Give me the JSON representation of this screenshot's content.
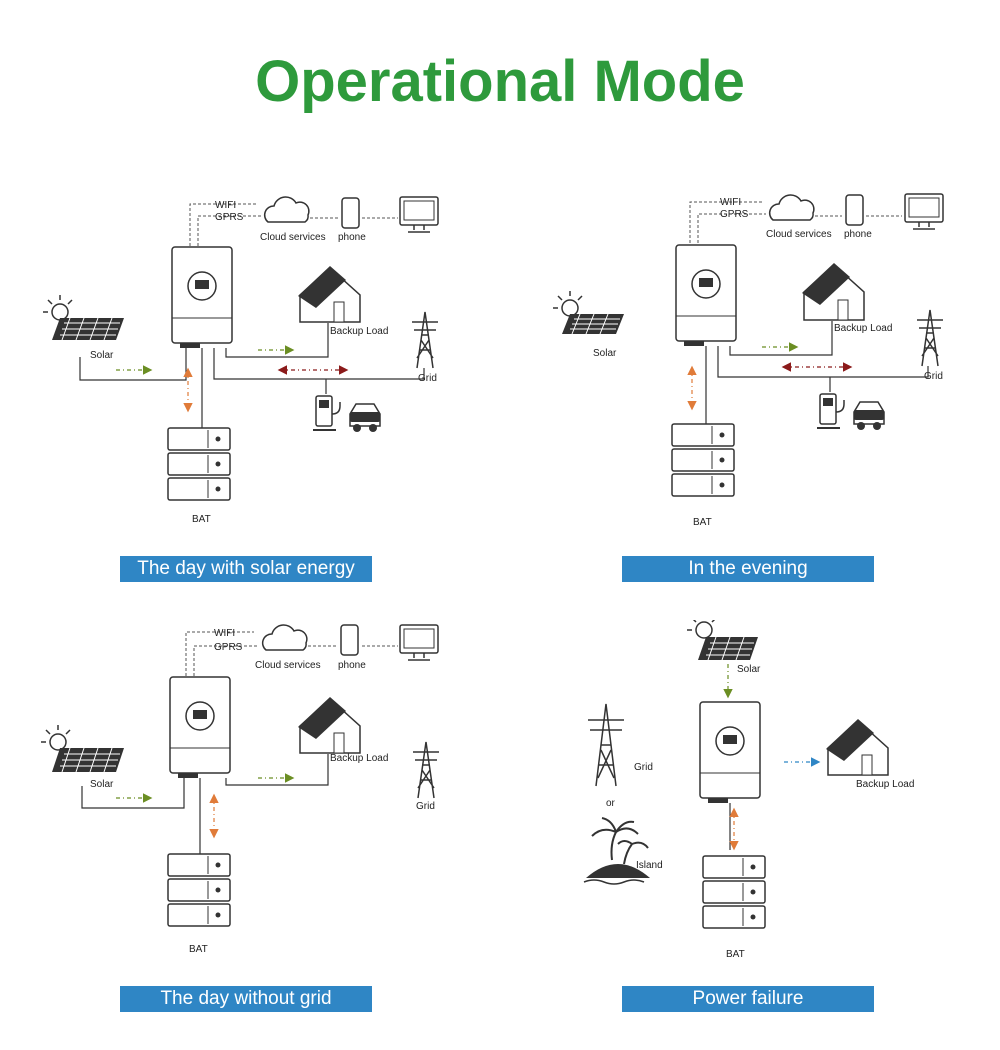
{
  "page": {
    "title": "Operational Mode"
  },
  "labels": {
    "wifi": "WIFI",
    "gprs": "GPRS",
    "cloud": "Cloud services",
    "phone": "phone",
    "solar": "Solar",
    "backup_load": "Backup Load",
    "grid": "Grid",
    "bat": "BAT",
    "or": "or",
    "island": "Island"
  },
  "panels": [
    {
      "caption": "The day with solar energy"
    },
    {
      "caption": "In the evening"
    },
    {
      "caption": "The day without grid"
    },
    {
      "caption": "Power failure"
    }
  ],
  "colors": {
    "title": "#2e9a3c",
    "caption_bg": "#2f86c5",
    "solar_flow": "#6b8e23",
    "battery_flow": "#e07b39",
    "grid_flow": "#8b1a1a",
    "load_flow": "#2f86c5"
  }
}
